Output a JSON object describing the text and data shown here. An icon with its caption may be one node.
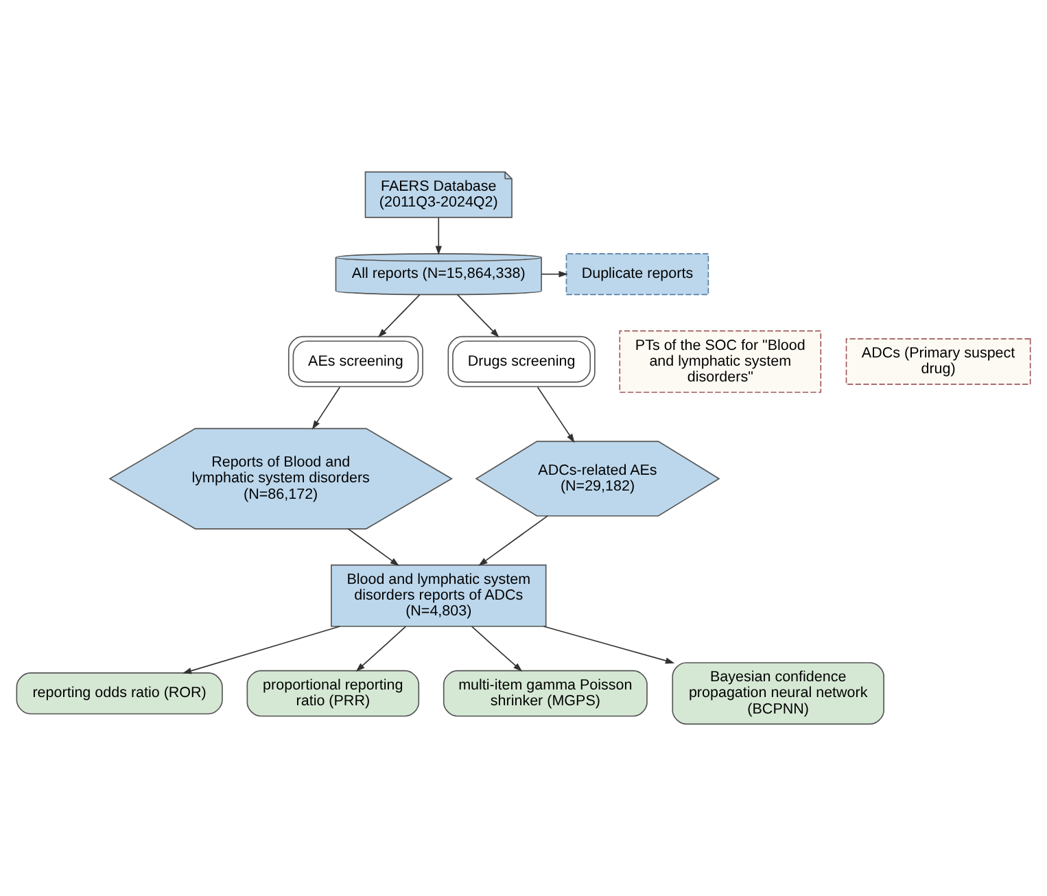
{
  "diagram": {
    "nodes": [
      {
        "text": [
          "FAERS Database (2011Q3-2024Q2)"
        ]
      },
      {
        "text": [
          "All reports (N=15,864,338)"
        ]
      },
      {
        "text": [
          "Duplicate reports"
        ]
      },
      {
        "text": [
          "PTs of the SOC for \"Blood and lymphatic system disorders\""
        ]
      },
      {
        "text": [
          "ADCs (Primary suspect drug)"
        ]
      },
      {
        "text": [
          "AEs screening"
        ]
      },
      {
        "text": [
          "Drugs screening"
        ]
      },
      {
        "text": [
          "Reports of Blood and lymphatic system disorders (N=86,172)"
        ]
      },
      {
        "text": [
          "ADCs-related AEs (N=29,182)"
        ]
      },
      {
        "text": [
          "Blood and lymphatic system disorders reports of ADCs (N=4,803)"
        ]
      },
      {
        "text": [
          "reporting odds ratio (ROR)"
        ]
      },
      {
        "text": [
          "proportional reporting ratio (PRR)"
        ]
      },
      {
        "text": [
          "multi-item gamma Poisson shrinker (MGPS)"
        ]
      },
      {
        "text": [
          "Bayesian confidence propagation neural network (BCPNN)"
        ]
      }
    ],
    "edges": [
      {
        "from": 0,
        "to": 1,
        "arrow": "to"
      },
      {
        "from": 1,
        "to": 2,
        "arrow": "to"
      },
      {
        "from": 1,
        "to": 5,
        "arrow": "to"
      },
      {
        "from": 1,
        "to": 6,
        "arrow": "to"
      },
      {
        "from": 5,
        "to": 7,
        "arrow": "to"
      },
      {
        "from": 6,
        "to": 8,
        "arrow": "to"
      },
      {
        "from": 7,
        "to": 9,
        "arrow": "to"
      },
      {
        "from": 8,
        "to": 9,
        "arrow": "to"
      },
      {
        "from": 9,
        "to": 10,
        "arrow": "to"
      },
      {
        "from": 9,
        "to": 11,
        "arrow": "to"
      },
      {
        "from": 9,
        "to": 12,
        "arrow": "to"
      },
      {
        "from": 9,
        "to": 13,
        "arrow": "to"
      }
    ]
  }
}
